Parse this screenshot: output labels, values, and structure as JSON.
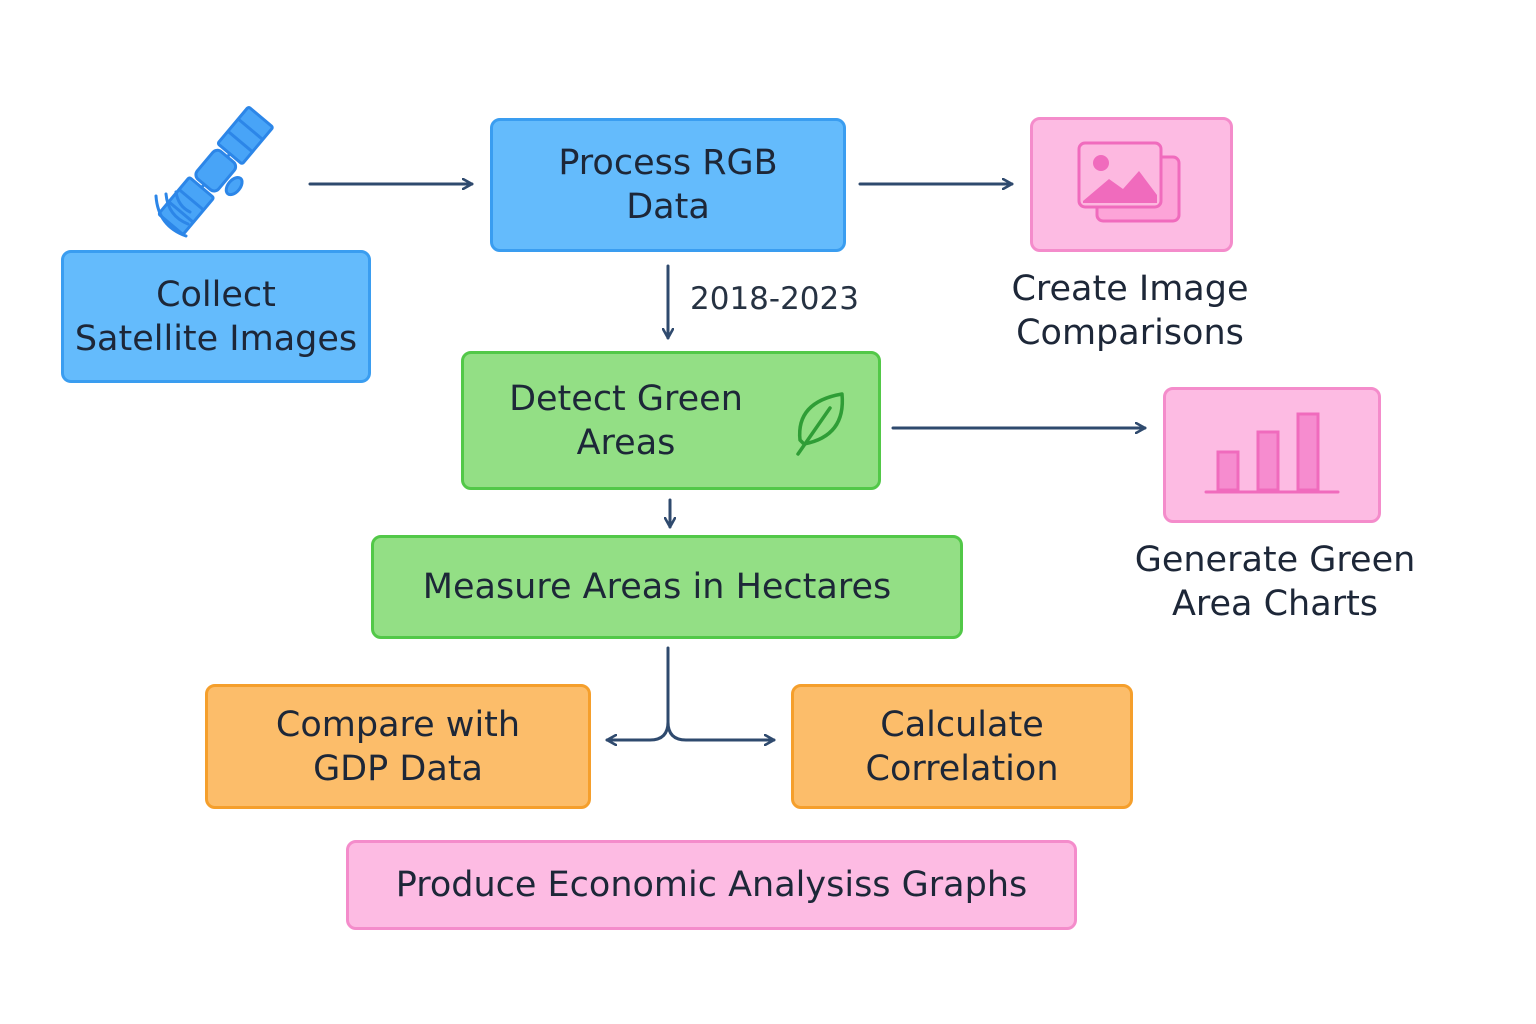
{
  "nodes": {
    "collect": "Collect\nSatellite Images",
    "process": "Process RGB\nData",
    "compare_images": "Create Image\nComparisons",
    "detect": "Detect Green\nAreas",
    "charts": "Generate Green\nArea Charts",
    "measure": "Measure Areas in Hectares",
    "gdp": "Compare with\nGDP Data",
    "correlation": "Calculate\nCorrelation",
    "produce": "Produce Economic Analysiss Graphs"
  },
  "edge_labels": {
    "year_range": "2018-2023"
  },
  "icons": {
    "satellite": "satellite-icon",
    "image": "image-gallery-icon",
    "leaf": "leaf-icon",
    "bar_chart": "bar-chart-icon"
  },
  "colors": {
    "blue": "#64bbfc",
    "green": "#93df85",
    "orange": "#fcbd6a",
    "pink": "#fdbbe3",
    "arrow": "#2f4a6e"
  }
}
